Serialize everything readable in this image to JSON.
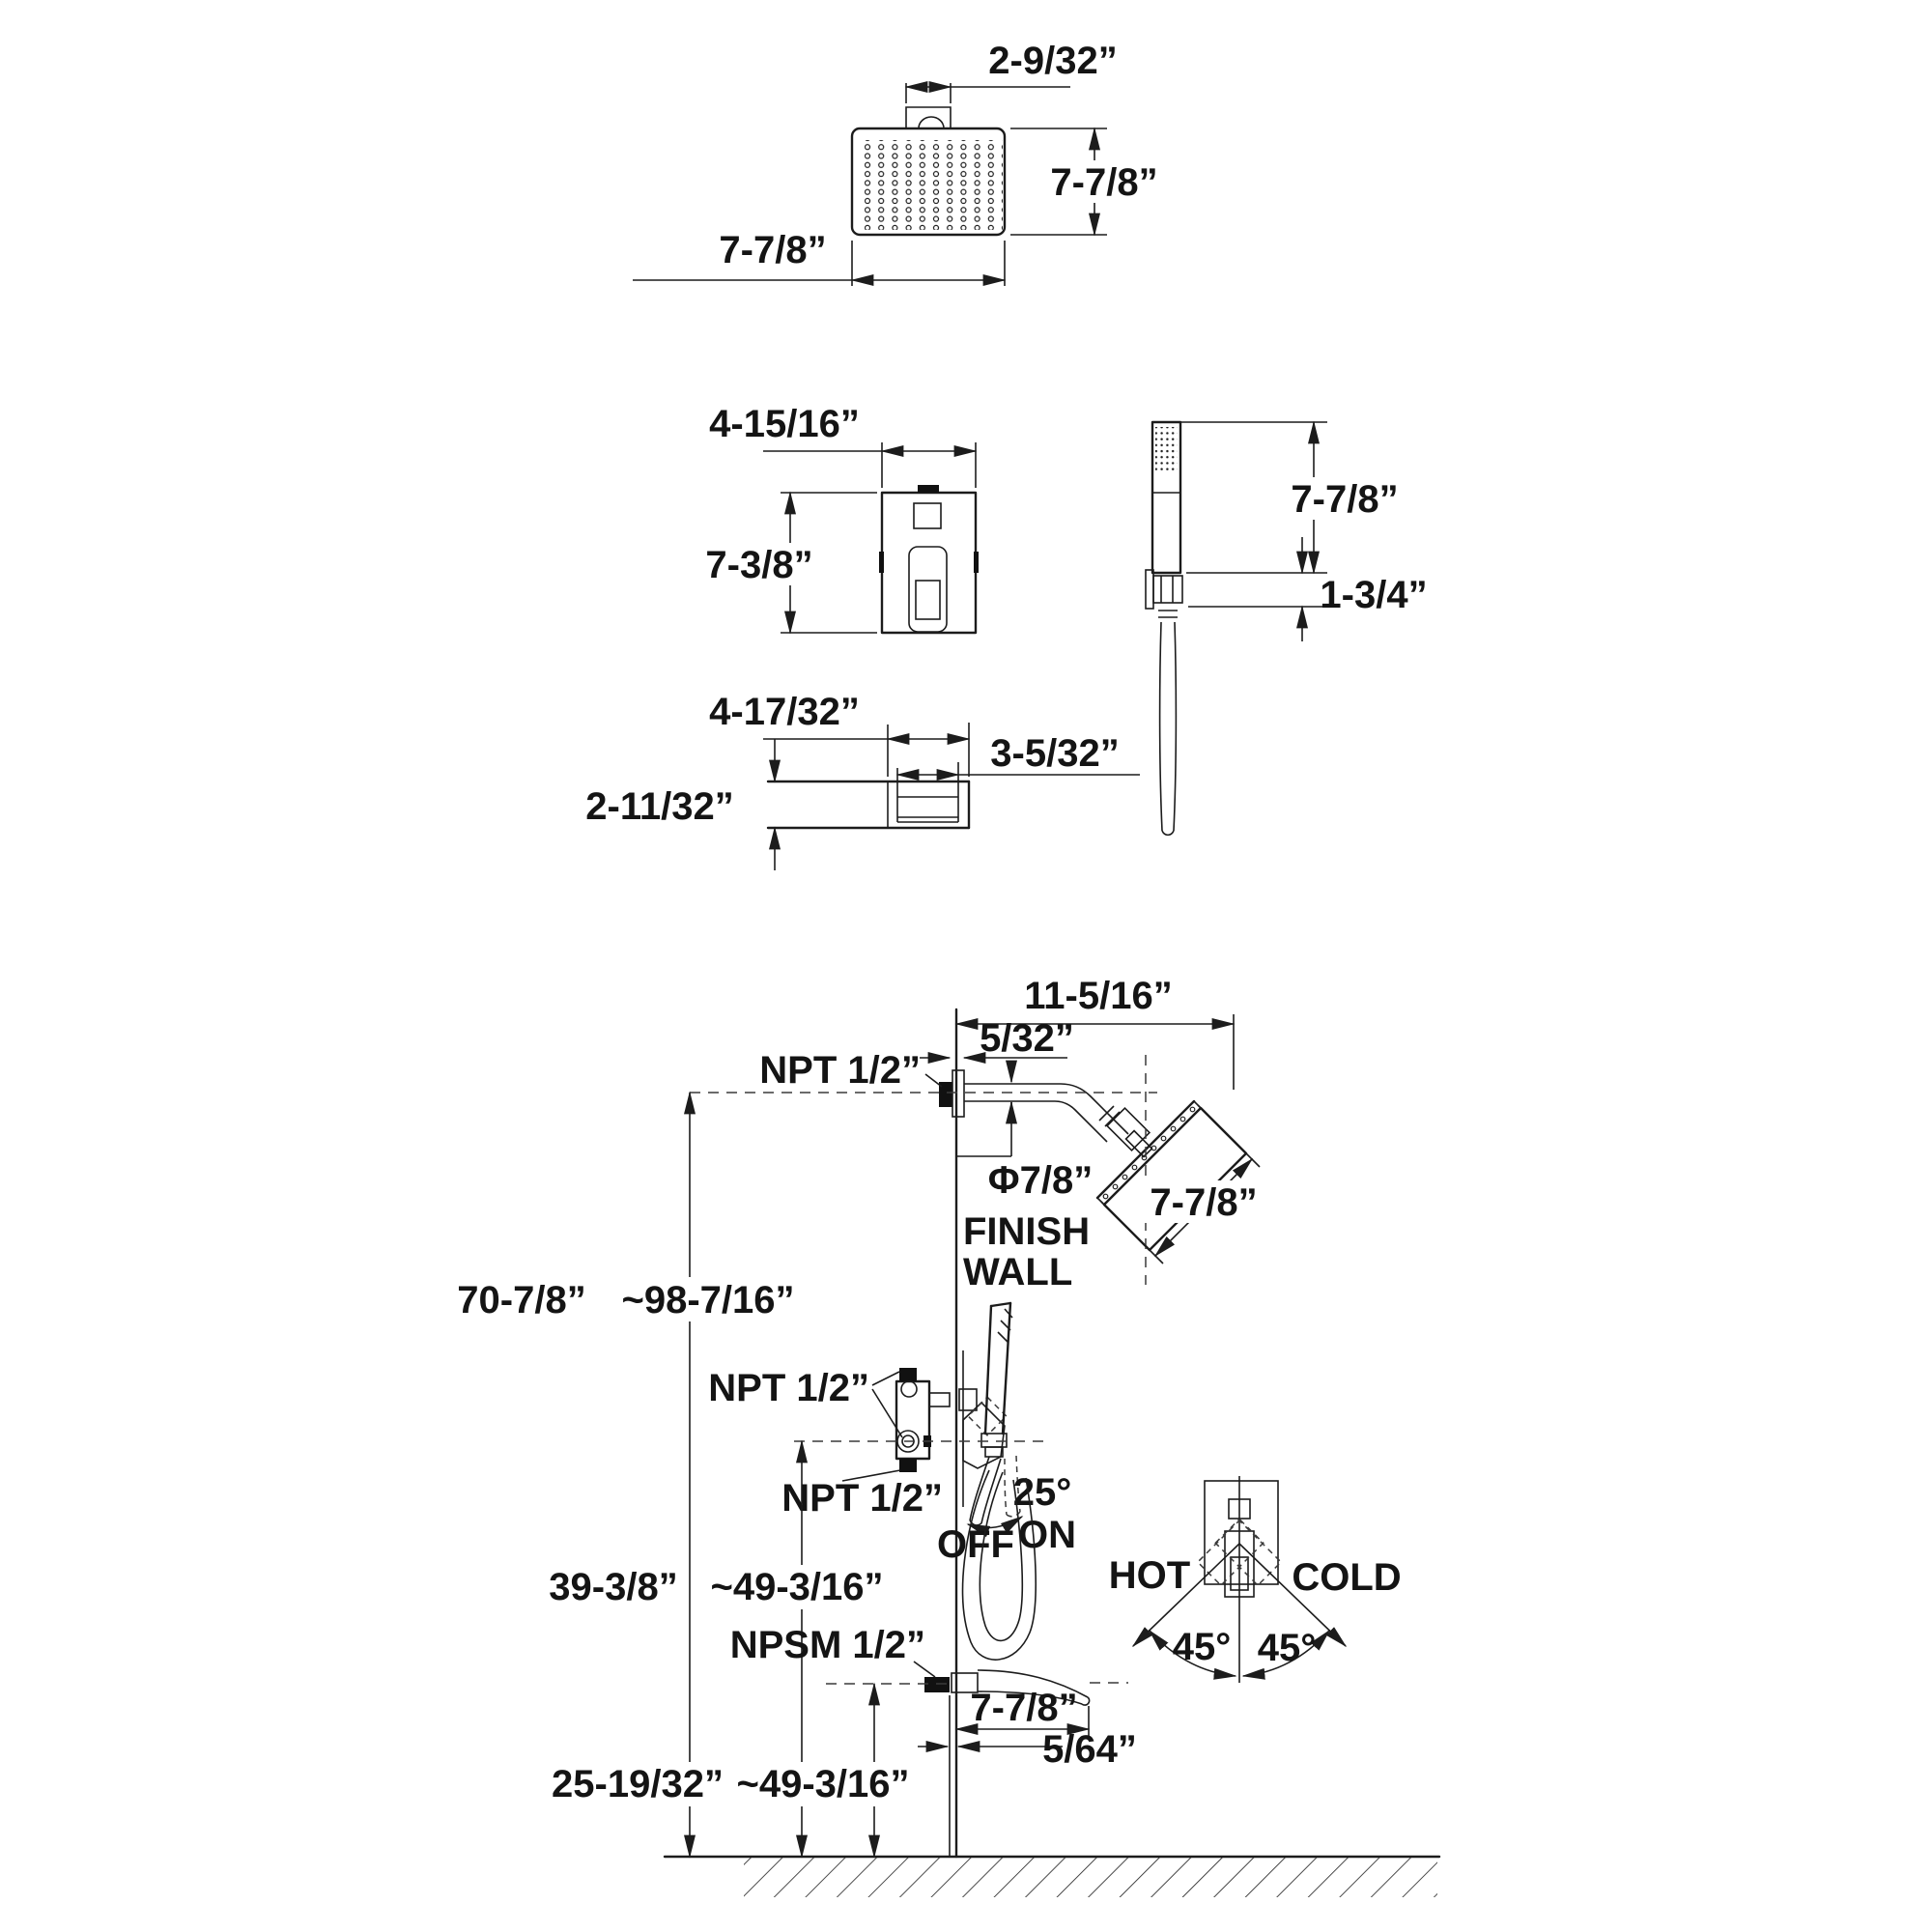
{
  "drawing": {
    "showerhead_top_view": {
      "mount_width": "2-9/32”",
      "head_depth": "7-7/8”",
      "head_width": "7-7/8”"
    },
    "valve_front_view": {
      "width": "4-15/16”",
      "height": "7-3/8”"
    },
    "handshower_side_view": {
      "wand_height": "7-7/8”",
      "holder_height": "1-3/4”"
    },
    "tub_spout_view": {
      "length": "4-17/32”",
      "opening_width": "3-5/32”",
      "height": "2-11/32”"
    },
    "installation_view": {
      "arm_reach": "11-5/16”",
      "arm_wall_offset": "5/32”",
      "arm_thread": "NPT 1/2”",
      "arm_diameter": "Φ7/8”",
      "finish_wall_line1": "FINISH",
      "finish_wall_line2": "WALL",
      "head_face_width": "7-7/8”",
      "head_height_min": "70-7/8”",
      "head_height_max": "~98-7/16”",
      "valve_thread_top": "NPT 1/2”",
      "valve_thread_bottom": "NPT 1/2”",
      "handle_angle": "25°",
      "handle_on": "ON",
      "handle_off": "OFF",
      "valve_height_min": "39-3/8”",
      "valve_height_max": "~49-3/16”",
      "spout_thread": "NPSM 1/2”",
      "spout_reach": "7-7/8”",
      "spout_wall_offset": "5/64”",
      "spout_height_min": "25-19/32”",
      "spout_height_max": "~49-3/16”",
      "hot_label": "HOT",
      "cold_label": "COLD",
      "rotate_left": "45°",
      "rotate_right": "45°"
    }
  }
}
